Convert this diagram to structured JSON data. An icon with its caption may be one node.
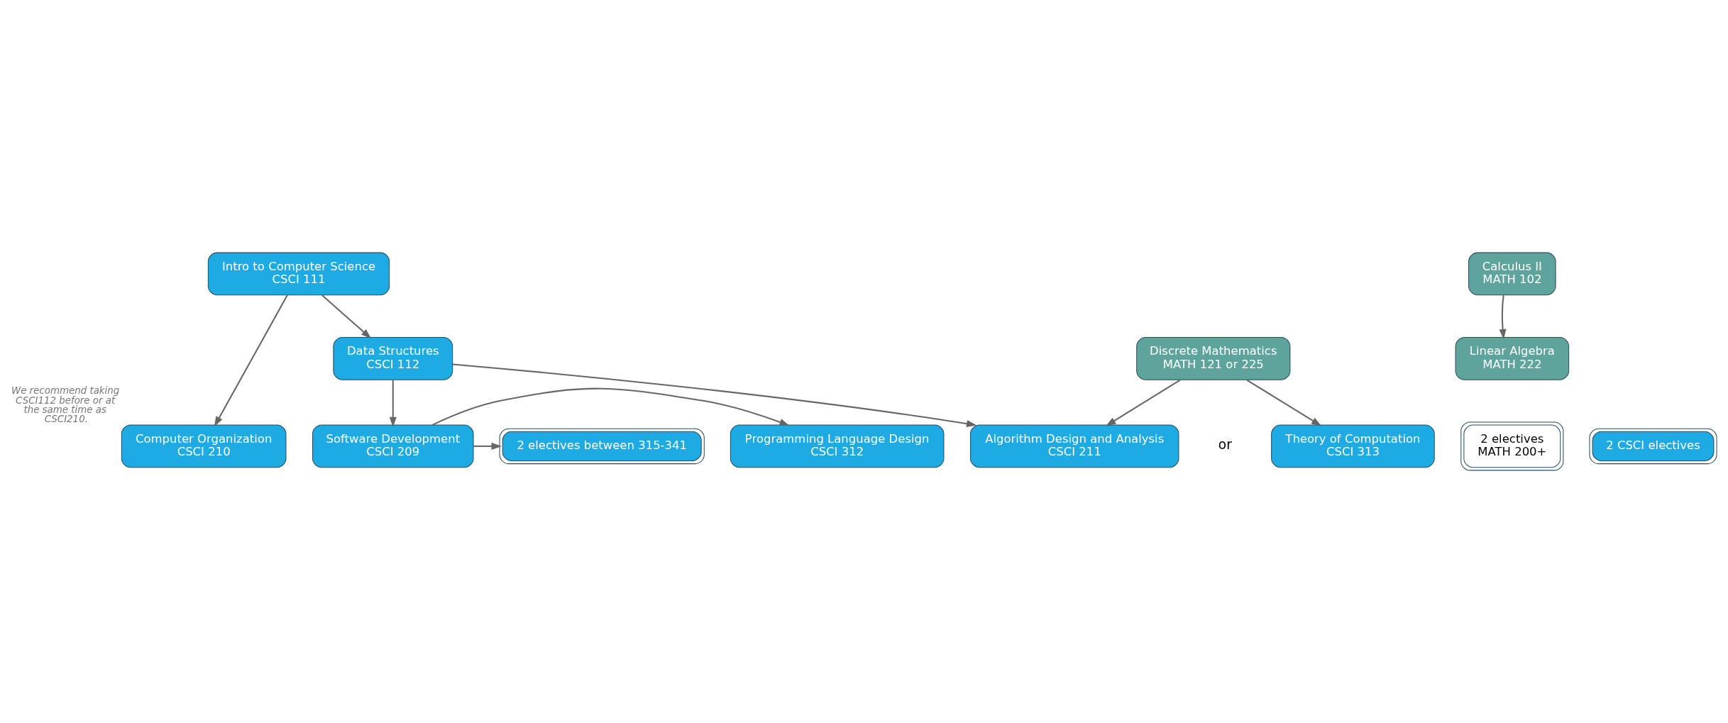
{
  "diagram": {
    "nodes": [
      {
        "text": [
          "Intro to Computer Science",
          "CSCI 111"
        ]
      },
      {
        "text": [
          "Calculus II",
          "MATH 102"
        ]
      },
      {
        "text": [
          "Data Structures",
          "CSCI 112"
        ]
      },
      {
        "text": [
          "Discrete Mathematics",
          "MATH 121 or 225"
        ]
      },
      {
        "text": [
          "Linear Algebra",
          "MATH 222"
        ]
      },
      {
        "text": [
          "Computer Organization",
          "CSCI 210"
        ],
        "beside": [
          "We recommend taking CSCI112 before or at the same time as CSCI210."
        ]
      },
      {
        "text": [
          "Software Development",
          "CSCI 209"
        ]
      },
      {
        "text": [
          "Algorithm Design and Analysis",
          "CSCI 211"
        ]
      },
      {
        "text": [
          "2 electives",
          "MATH 200+"
        ]
      },
      {
        "text": [
          "2 electives between 315-341"
        ]
      },
      {
        "text": [
          "Programming Language Design",
          "CSCI 312"
        ]
      },
      {
        "text": [
          "Theory of Computation",
          "CSCI 313"
        ]
      },
      {
        "text": [
          "2 CSCI electives"
        ]
      }
    ],
    "edges": [
      {
        "from": 0,
        "to": 5,
        "arrow": "to"
      },
      {
        "from": 0,
        "to": 2,
        "arrow": "to"
      },
      {
        "from": 1,
        "to": 4,
        "arrow": "to"
      },
      {
        "from": 2,
        "to": 6,
        "arrow": "to"
      },
      {
        "from": 2,
        "to": 7,
        "arrow": "to"
      },
      {
        "from": 3,
        "to": 7,
        "arrow": "to"
      },
      {
        "from": 3,
        "to": 11,
        "arrow": "to"
      },
      {
        "from": 6,
        "to": 9,
        "arrow": "to"
      },
      {
        "from": 6,
        "to": 10,
        "arrow": "to"
      }
    ],
    "labels": [
      "or"
    ]
  }
}
